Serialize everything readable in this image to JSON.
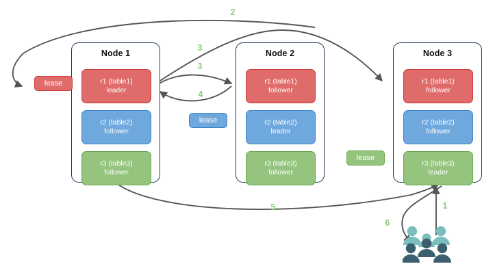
{
  "diagram": {
    "title": "Raft lease / replica placement diagram",
    "colors": {
      "replica_red_fill": "#e06b6b",
      "replica_red_border": "#cc3a3a",
      "replica_blue_fill": "#6fa8dc",
      "replica_blue_border": "#3d85c8",
      "replica_green_fill": "#94c47d",
      "replica_green_border": "#6aa84f",
      "node_border": "#1c3557",
      "arrow": "#555555",
      "step_number": "#8fcb7c",
      "users_light": "#7cbdbd",
      "users_dark": "#3b5f6e",
      "background": "#ffffff"
    }
  },
  "nodes": [
    {
      "id": "node-1",
      "title": "Node 1",
      "replicas": [
        {
          "id": "n1-r1",
          "line1": "r1 (table1)",
          "line2": "leader",
          "color": "red"
        },
        {
          "id": "n1-r2",
          "line1": "r2 (table2)",
          "line2": "follower",
          "color": "blue"
        },
        {
          "id": "n1-r3",
          "line1": "r3 (table3)",
          "line2": "follower",
          "color": "green"
        }
      ]
    },
    {
      "id": "node-2",
      "title": "Node 2",
      "replicas": [
        {
          "id": "n2-r1",
          "line1": "r1 (table1)",
          "line2": "follower",
          "color": "red"
        },
        {
          "id": "n2-r2",
          "line1": "r2 (table2)",
          "line2": "leader",
          "color": "blue"
        },
        {
          "id": "n2-r3",
          "line1": "r3 (table3)",
          "line2": "follower",
          "color": "green"
        }
      ]
    },
    {
      "id": "node-3",
      "title": "Node 3",
      "replicas": [
        {
          "id": "n3-r1",
          "line1": "r1 (table1)",
          "line2": "follower",
          "color": "red"
        },
        {
          "id": "n3-r2",
          "line1": "r2 (table2)",
          "line2": "follower",
          "color": "blue"
        },
        {
          "id": "n3-r3",
          "line1": "r3 (table3)",
          "line2": "leader",
          "color": "green"
        }
      ]
    }
  ],
  "leases": [
    {
      "id": "lease-r1",
      "label": "lease",
      "color": "red"
    },
    {
      "id": "lease-r2",
      "label": "lease",
      "color": "blue"
    },
    {
      "id": "lease-r3",
      "label": "lease",
      "color": "green"
    }
  ],
  "steps": [
    {
      "id": "step-1",
      "label": "1"
    },
    {
      "id": "step-2",
      "label": "2"
    },
    {
      "id": "step-3a",
      "label": "3"
    },
    {
      "id": "step-3b",
      "label": "3"
    },
    {
      "id": "step-4",
      "label": "4"
    },
    {
      "id": "step-5",
      "label": "5"
    },
    {
      "id": "step-6",
      "label": "6"
    }
  ],
  "icons": {
    "users": "users-group-icon"
  }
}
